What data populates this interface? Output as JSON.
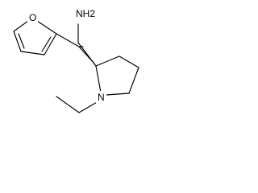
{
  "molecule": {
    "atoms": {
      "amine_group": "NH2",
      "ring_nitrogen": "N",
      "furan_oxygen": "O"
    },
    "colors": {
      "bond": "#000000",
      "label": "#000000",
      "background": "#ffffff"
    }
  }
}
